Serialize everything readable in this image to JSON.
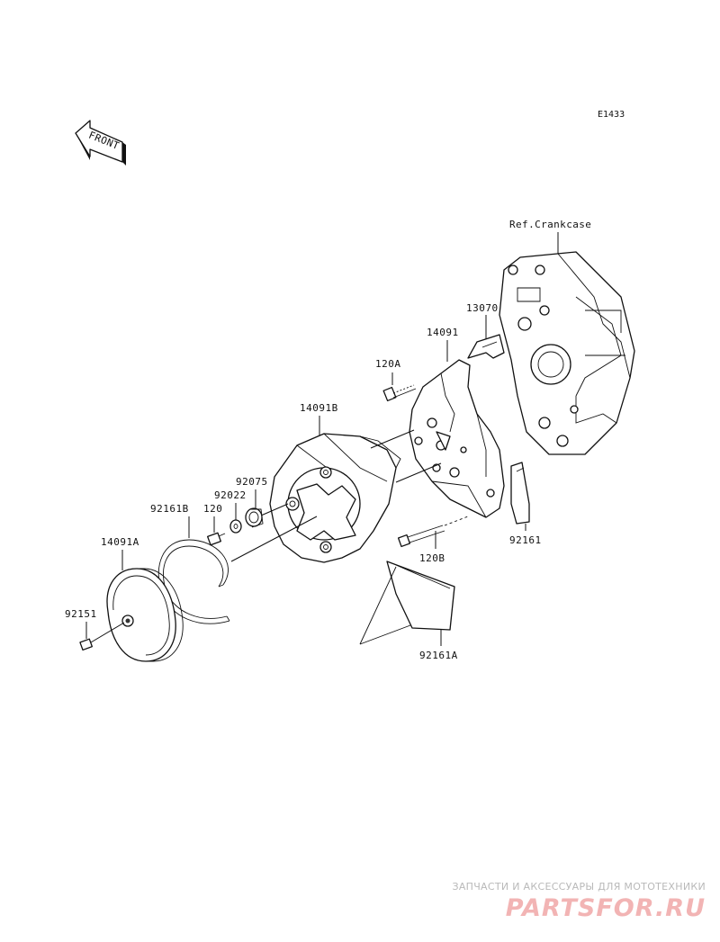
{
  "diagram": {
    "code": "E1433",
    "front_arrow_text": "FRONT",
    "reference": "Ref.Crankcase",
    "parts": {
      "p13070": "13070",
      "p14091": "14091",
      "p120A": "120A",
      "p14091B": "14091B",
      "p92075": "92075",
      "p92022": "92022",
      "p120": "120",
      "p92161B": "92161B",
      "p14091A": "14091A",
      "p92151": "92151",
      "p120B": "120B",
      "p92161": "92161",
      "p92161A": "92161A"
    }
  },
  "watermark": {
    "tagline": "ЗАПЧАСТИ И АКСЕССУАРЫ ДЛЯ МОТОТЕХНИКИ",
    "logo": "PARTSFOR.RU"
  }
}
